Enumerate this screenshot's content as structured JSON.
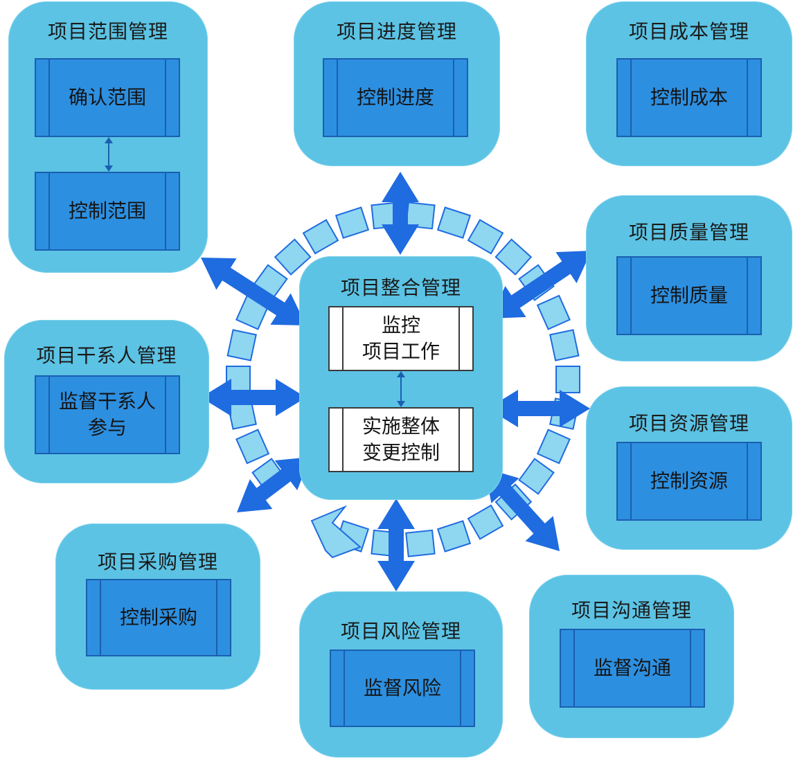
{
  "colors": {
    "area_fill": "#5cc3e4",
    "process_fill": "#2d8fe0",
    "arrow": "#1f6be0",
    "cycle_tile": "#8fd6f0"
  },
  "center": {
    "title": "项目整合管理",
    "process1_line1": "监控",
    "process1_line2": "项目工作",
    "process2_line1": "实施整体",
    "process2_line2": "变更控制"
  },
  "scope": {
    "title": "项目范围管理",
    "process1": "确认范围",
    "process2": "控制范围"
  },
  "schedule": {
    "title": "项目进度管理",
    "process": "控制进度"
  },
  "cost": {
    "title": "项目成本管理",
    "process": "控制成本"
  },
  "quality": {
    "title": "项目质量管理",
    "process": "控制质量"
  },
  "stakeholder": {
    "title": "项目干系人管理",
    "process_line1": "监督干系人",
    "process_line2": "参与"
  },
  "resource": {
    "title": "项目资源管理",
    "process": "控制资源"
  },
  "procurement": {
    "title": "项目采购管理",
    "process": "控制采购"
  },
  "risk": {
    "title": "项目风险管理",
    "process": "监督风险"
  },
  "communication": {
    "title": "项目沟通管理",
    "process": "监督沟通"
  }
}
